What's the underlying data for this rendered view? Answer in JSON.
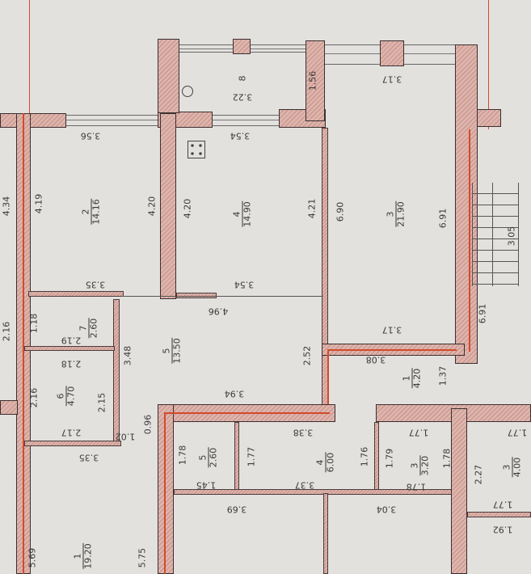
{
  "rooms": [
    {
      "num": "2",
      "area": "14.16"
    },
    {
      "num": "4",
      "area": "14.90"
    },
    {
      "num": "3",
      "area": "21.90"
    },
    {
      "num": "7",
      "area": "2.60"
    },
    {
      "num": "5",
      "area": "13.50"
    },
    {
      "num": "6",
      "area": "4.70"
    },
    {
      "num": "1",
      "area": "4.20"
    },
    {
      "num": "5",
      "area": "2.60"
    },
    {
      "num": "4",
      "area": "6.00"
    },
    {
      "num": "3",
      "area": "3.20"
    },
    {
      "num": "3",
      "area": "4.00"
    },
    {
      "num": "1",
      "area": "19.20"
    },
    {
      "num": "8",
      "area": ""
    }
  ],
  "dims_h": [
    "3.56",
    "3.54",
    "3.22",
    "3.17",
    "3.35",
    "3.54",
    "4.96",
    "3.17",
    "2.19",
    "2.18",
    "3.08",
    "3.94",
    "2.17",
    "1.02",
    "3.35",
    "3.38",
    "1.77",
    "1.77",
    "1.45",
    "3.37",
    "1.78",
    "3.69",
    "3.04",
    "1.77",
    "1.92"
  ],
  "dims_v": [
    "1.56",
    "4.19",
    "4.20",
    "4.20",
    "4.21",
    "6.90",
    "6.91",
    "3.05",
    "6.91",
    "1.18",
    "3.48",
    "2.52",
    "2.16",
    "2.15",
    "1.37",
    "0.96",
    "1.78",
    "1.77",
    "1.76",
    "1.79",
    "1.78",
    "2.27",
    "5.69",
    "5.75",
    "4.34",
    "2.16"
  ],
  "colors": {
    "wall": "#c98f86",
    "red_line": "#d24a2c",
    "paper": "#e3e1de"
  }
}
